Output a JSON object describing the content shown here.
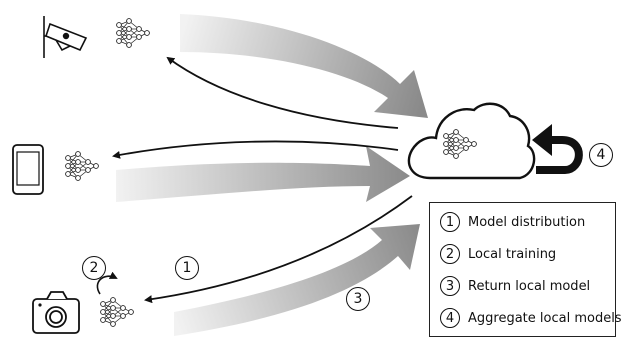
{
  "steps": [
    {
      "number": "1",
      "label": "Model distribution"
    },
    {
      "number": "2",
      "label": "Local training"
    },
    {
      "number": "3",
      "label": "Return local model"
    },
    {
      "number": "4",
      "label": "Aggregate local models"
    }
  ],
  "icons": {
    "server": "cloud-icon",
    "clients": [
      "security-camera-icon",
      "smartphone-icon",
      "camera-icon"
    ],
    "model": "neural-network-icon"
  },
  "colors": {
    "line": "#111111",
    "upload_arrow_light": "#efefef",
    "upload_arrow_dark": "#8f8f8f"
  }
}
